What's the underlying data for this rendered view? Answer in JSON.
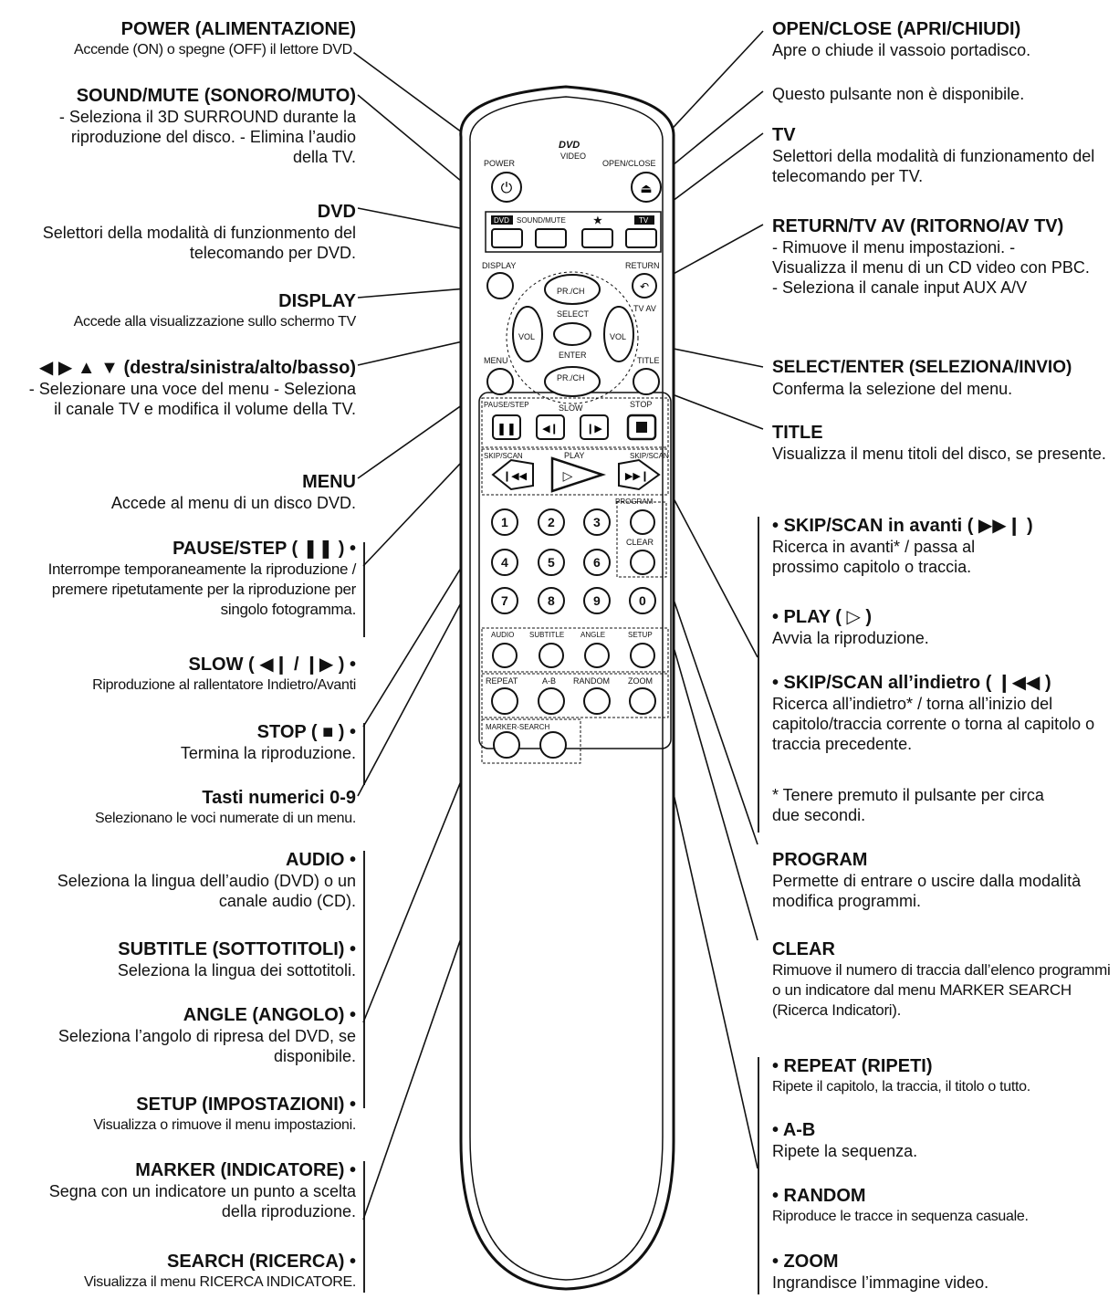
{
  "left": [
    {
      "title": "POWER (ALIMENTAZIONE)",
      "desc": "Accende (ON) o spegne (OFF) il lettore DVD."
    },
    {
      "title": "SOUND/MUTE (SONORO/MUTO)",
      "desc": "- Seleziona il 3D SURROUND durante la riproduzione del disco. - Elimina l’audio della TV."
    },
    {
      "title": "DVD",
      "desc": "Selettori della modalità di funzionmento del telecomando per DVD."
    },
    {
      "title": "DISPLAY",
      "desc": "Accede alla visualizzazione sullo schermo TV"
    },
    {
      "title": "◀ ▶ ▲ ▼ (destra/sinistra/alto/basso)",
      "desc": "- Selezionare una voce del menu - Seleziona il canale TV e modifica il volume della TV."
    },
    {
      "title": "MENU",
      "desc": "Accede al menu di un disco DVD."
    },
    {
      "title": "PAUSE/STEP ( ❚❚ ) •",
      "desc": "Interrompe temporaneamente la riproduzione / premere ripetutamente per la riproduzione per singolo fotogramma."
    },
    {
      "title": "SLOW ( ◀❙ / ❙▶ ) •",
      "desc": "Riproduzione al rallentatore Indietro/Avanti"
    },
    {
      "title": "STOP ( ■ ) •",
      "desc": "Termina la riproduzione."
    },
    {
      "title": "Tasti numerici 0-9",
      "desc": "Selezionano le voci numerate di un menu."
    },
    {
      "title": "AUDIO •",
      "desc": "Seleziona la lingua dell’audio (DVD) o un canale audio (CD)."
    },
    {
      "title": "SUBTITLE (SOTTOTITOLI) •",
      "desc": "Seleziona la lingua dei sottotitoli."
    },
    {
      "title": "ANGLE (ANGOLO) •",
      "desc": "Seleziona l’angolo di ripresa del DVD, se disponibile."
    },
    {
      "title": "SETUP (IMPOSTAZIONI) •",
      "desc": "Visualizza o rimuove il menu impostazioni."
    },
    {
      "title": "MARKER (INDICATORE) •",
      "desc": "Segna con un indicatore un punto a scelta della riproduzione."
    },
    {
      "title": "SEARCH (RICERCA) •",
      "desc": "Visualizza il menu RICERCA INDICATORE."
    }
  ],
  "right": [
    {
      "title": "OPEN/CLOSE (APRI/CHIUDI)",
      "desc": "Apre o chiude il vassoio portadisco."
    },
    {
      "title": "",
      "desc": "Questo pulsante non è disponibile."
    },
    {
      "title": "TV",
      "desc": "Selettori della modalità di funzionamento del telecomando per TV."
    },
    {
      "title": "RETURN/TV AV (RITORNO/AV TV)",
      "desc": "- Rimuove il menu impostazioni. - Visualizza il menu di un CD video con PBC. - Seleziona il canale input AUX A/V"
    },
    {
      "title": "SELECT/ENTER (SELEZIONA/INVIO)",
      "desc": "Conferma la selezione del menu."
    },
    {
      "title": "TITLE",
      "desc": "Visualizza il menu titoli del disco, se presente."
    },
    {
      "title": "• SKIP/SCAN in avanti ( ▶▶❙ )",
      "desc": "Ricerca in avanti* / passa al prossimo capitolo o traccia."
    },
    {
      "title": "• PLAY ( ▷ )",
      "desc": "Avvia la riproduzione."
    },
    {
      "title": "• SKIP/SCAN all’indietro ( ❙◀◀ )",
      "desc": "Ricerca all’indietro* / torna all’inizio del capitolo/traccia corrente o torna al capitolo o traccia precedente."
    },
    {
      "title": "",
      "desc": "* Tenere premuto il pulsante per circa due secondi."
    },
    {
      "title": "PROGRAM",
      "desc": "Permette di entrare o uscire dalla modalità modifica programmi."
    },
    {
      "title": "CLEAR",
      "desc": "Rimuove il numero di traccia dall’elenco programmi o un indicatore dal menu MARKER SEARCH (Ricerca Indicatori)."
    },
    {
      "title": "• REPEAT (RIPETI)",
      "desc": "Ripete il capitolo, la traccia, il titolo o tutto."
    },
    {
      "title": "• A-B",
      "desc": "Ripete la sequenza."
    },
    {
      "title": "• RANDOM",
      "desc": "Riproduce le tracce in sequenza casuale."
    },
    {
      "title": "• ZOOM",
      "desc": "Ingrandisce l’immagine video."
    }
  ],
  "remote": {
    "logo": "DVD",
    "logo_sub": "VIDEO",
    "power": "POWER",
    "open_close": "OPEN/CLOSE",
    "dvd": "DVD",
    "sound_mute": "SOUND/MUTE",
    "star": "★",
    "tv": "TV",
    "display": "DISPLAY",
    "return": "RETURN",
    "tv_av": "TV AV",
    "pr_ch": "PR./CH",
    "vol": "VOL",
    "select": "SELECT",
    "enter": "ENTER",
    "menu": "MENU",
    "title": "TITLE",
    "pause_step": "PAUSE/STEP",
    "slow": "SLOW",
    "stop": "STOP",
    "skip_scan": "SKIP/SCAN",
    "play": "PLAY",
    "program": "PROGRAM",
    "clear": "CLEAR",
    "digits": [
      "1",
      "2",
      "3",
      "4",
      "5",
      "6",
      "7",
      "8",
      "9",
      "0"
    ],
    "audio": "AUDIO",
    "subtitle": "SUBTITLE",
    "angle": "ANGLE",
    "setup": "SETUP",
    "repeat": "REPEAT",
    "ab": "A-B",
    "random": "RANDOM",
    "zoom": "ZOOM",
    "marker_search": "MARKER-SEARCH"
  }
}
